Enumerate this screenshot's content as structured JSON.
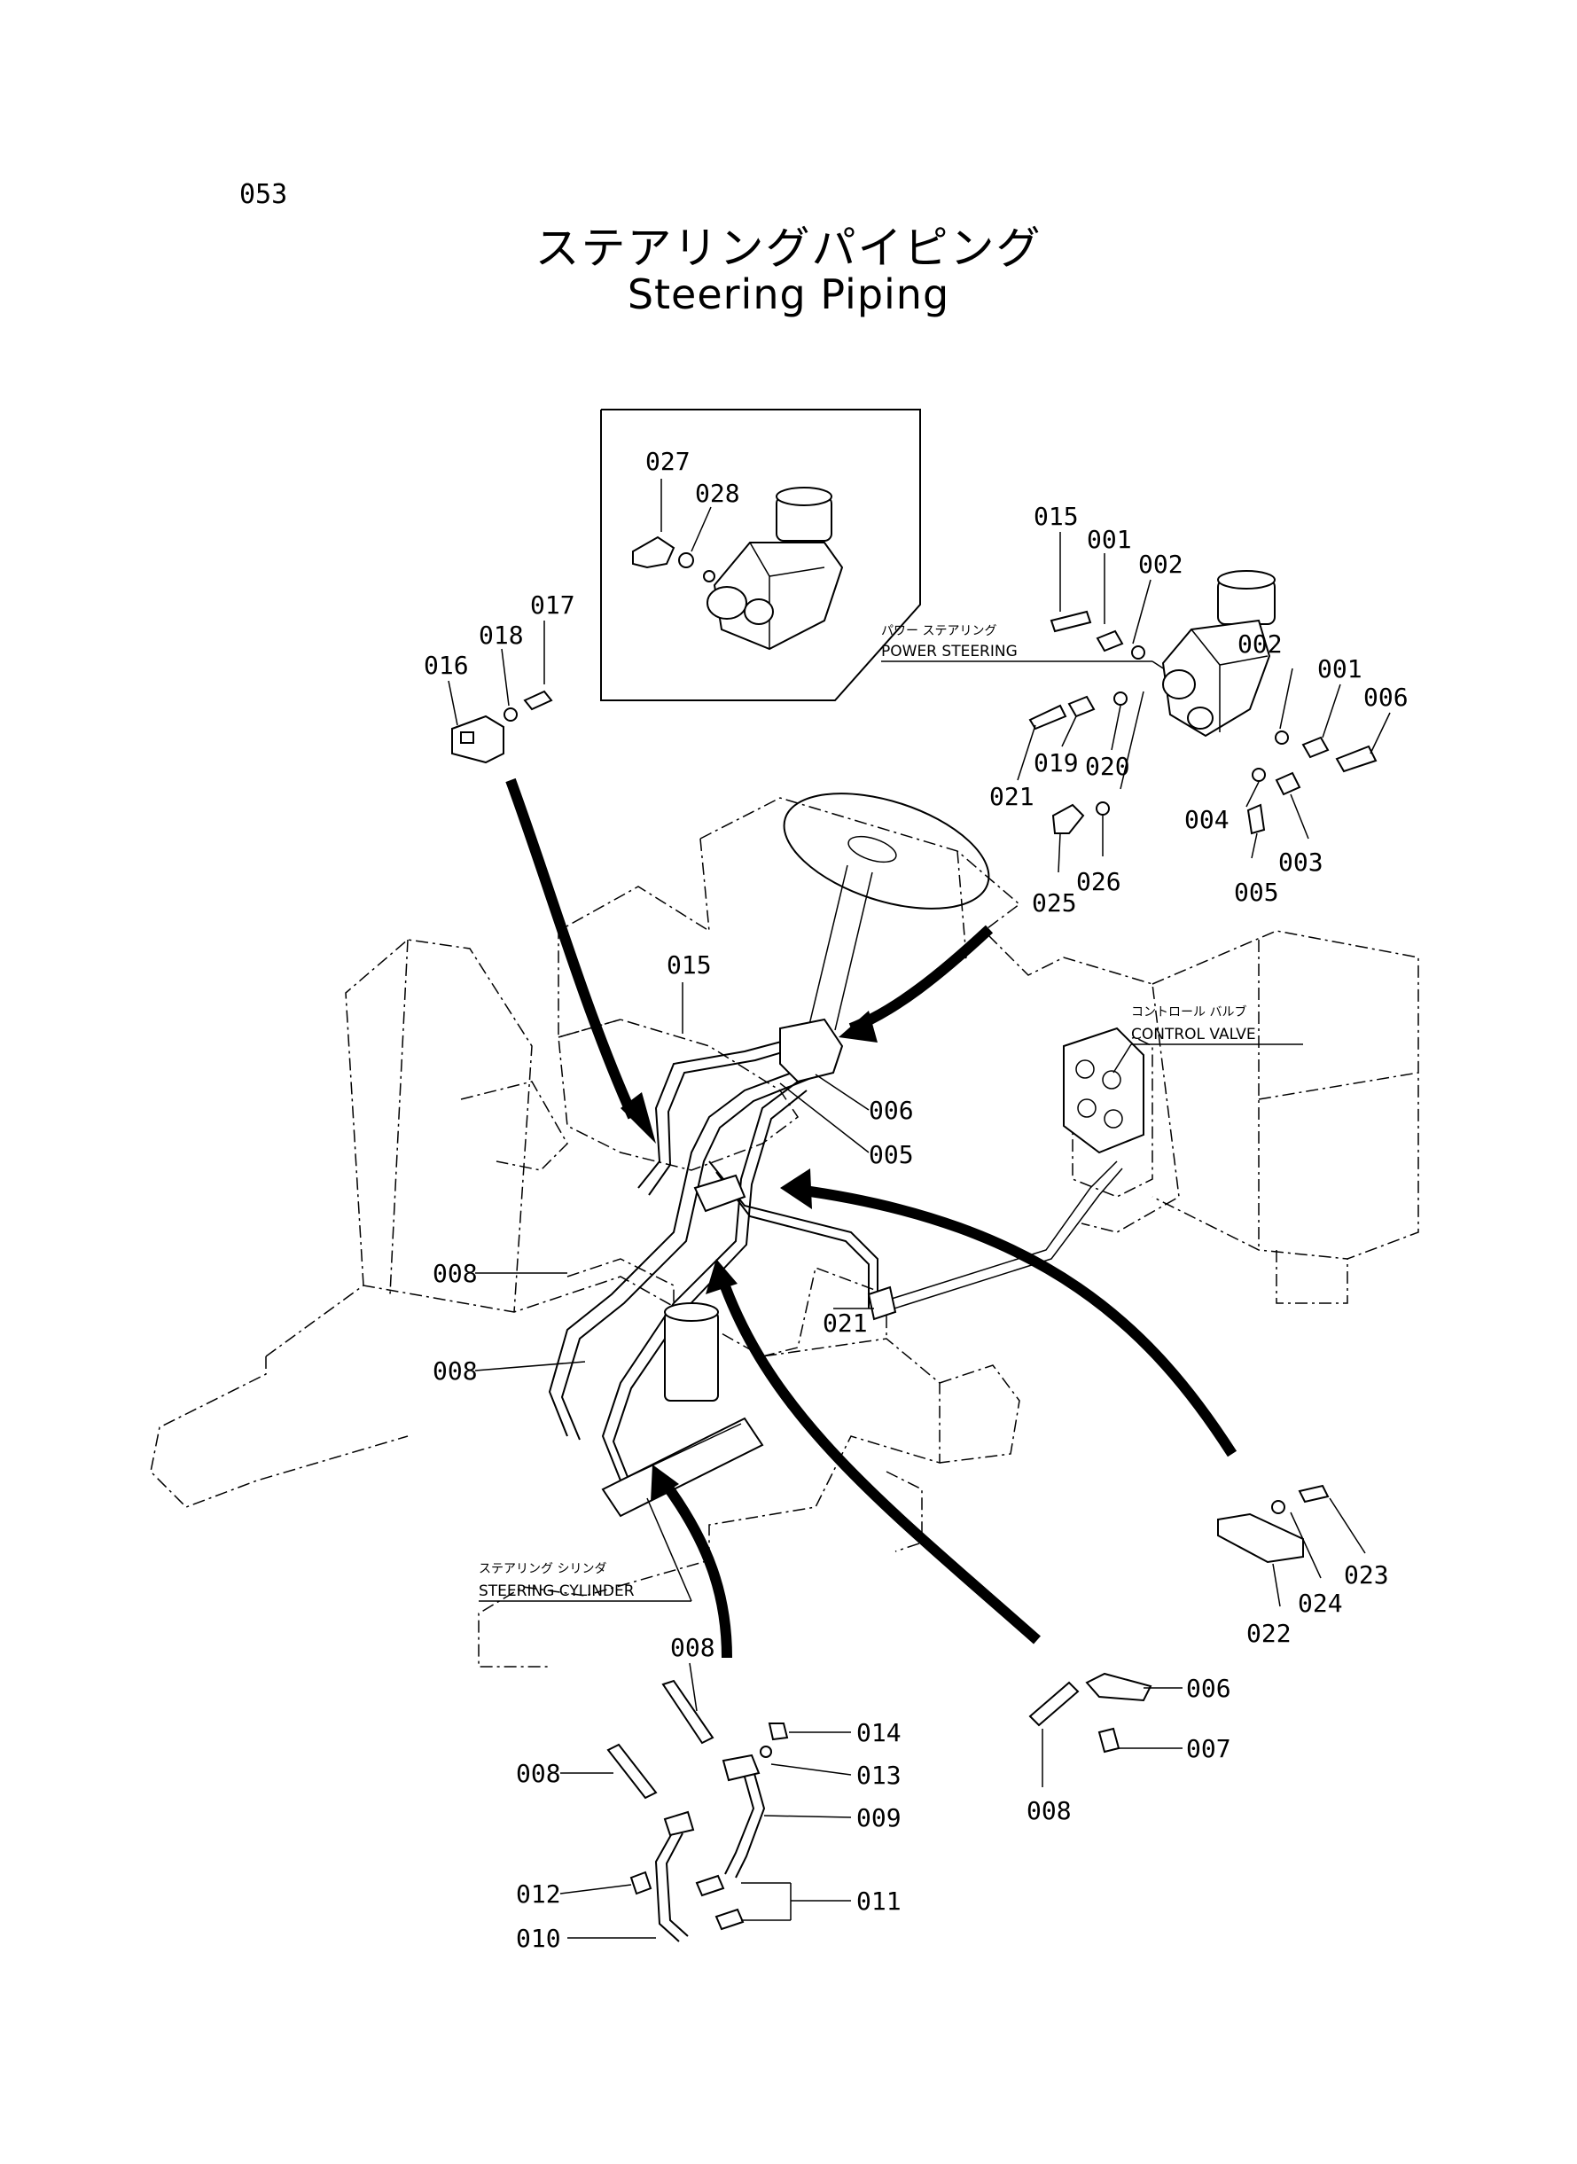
{
  "page_number": "053",
  "title_jp": "ステアリングパイピング",
  "title_en": "Steering Piping",
  "assemblies": {
    "power_steering": {
      "kana": "パワー ステアリング",
      "label": "POWER STEERING"
    },
    "control_valve": {
      "kana": "コントロール バルブ",
      "label": "CONTROL VALVE"
    },
    "steering_cylinder": {
      "kana": "ステアリング シリンダ",
      "label": "STEERING CYLINDER"
    }
  },
  "callouts": {
    "inset": [
      "027",
      "028"
    ],
    "bracket_upper_left": [
      "017",
      "018",
      "016"
    ],
    "power_steering_group": [
      "015",
      "001",
      "002",
      "002",
      "001",
      "006",
      "021",
      "019",
      "020",
      "004",
      "003",
      "005",
      "025",
      "026"
    ],
    "machine": [
      "015",
      "006",
      "005",
      "008",
      "021",
      "008"
    ],
    "bracket_right": [
      "023",
      "024",
      "022"
    ],
    "fittings_right": [
      "006",
      "007",
      "008"
    ],
    "cylinder_group": [
      "008",
      "014",
      "013",
      "008",
      "009",
      "012",
      "011",
      "010"
    ]
  }
}
